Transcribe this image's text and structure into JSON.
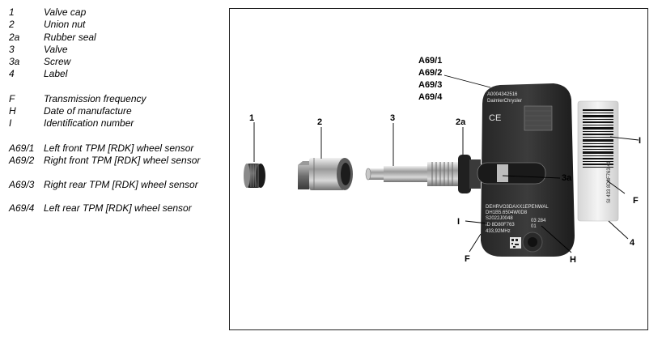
{
  "legend": {
    "items": [
      {
        "key": "1",
        "text": "Valve cap"
      },
      {
        "key": "2",
        "text": "Union nut"
      },
      {
        "key": "2a",
        "text": "Rubber seal"
      },
      {
        "key": "3",
        "text": "Valve"
      },
      {
        "key": "3a",
        "text": "Screw"
      },
      {
        "key": "4",
        "text": "Label"
      },
      {
        "key": "F",
        "text": "Transmission frequency"
      },
      {
        "key": "H",
        "text": "Date of manufacture"
      },
      {
        "key": "I",
        "text": "Identification number"
      },
      {
        "key": "A69/1",
        "text": "Left front TPM [RDK] wheel sensor"
      },
      {
        "key": "A69/2",
        "text": "Right front TPM [RDK] wheel sensor"
      },
      {
        "key": "A69/3",
        "text": "Right rear TPM [RDK] wheel sensor"
      },
      {
        "key": "A69/4",
        "text": "Left rear TPM [RDK] wheel sensor"
      }
    ]
  },
  "figure": {
    "callouts": {
      "c1": "1",
      "c2": "2",
      "c3": "3",
      "c2a": "2a",
      "c3a": "3a",
      "c4": "4",
      "cI_left": "I",
      "cI_right": "I",
      "cF_left": "F",
      "cF_right": "F",
      "cH": "H",
      "a691": "A69/1",
      "a692": "A69/2",
      "a693": "A69/3",
      "a694": "A69/4"
    },
    "sensor_text": {
      "brand_code": "A0004342516",
      "brand": "DaimlerChrysler",
      "ce": "CE",
      "line1": "DEHRVO3DAXX1EPENWAL",
      "line2": "DH1B5.6504W0D8",
      "line3": "S2022J0048",
      "line4": "ID 8D80F763",
      "line5": "433,92MHz",
      "date1": "03 284",
      "date2": "01"
    },
    "label_text": {
      "code": "SI 433 8D8F763 41"
    }
  }
}
